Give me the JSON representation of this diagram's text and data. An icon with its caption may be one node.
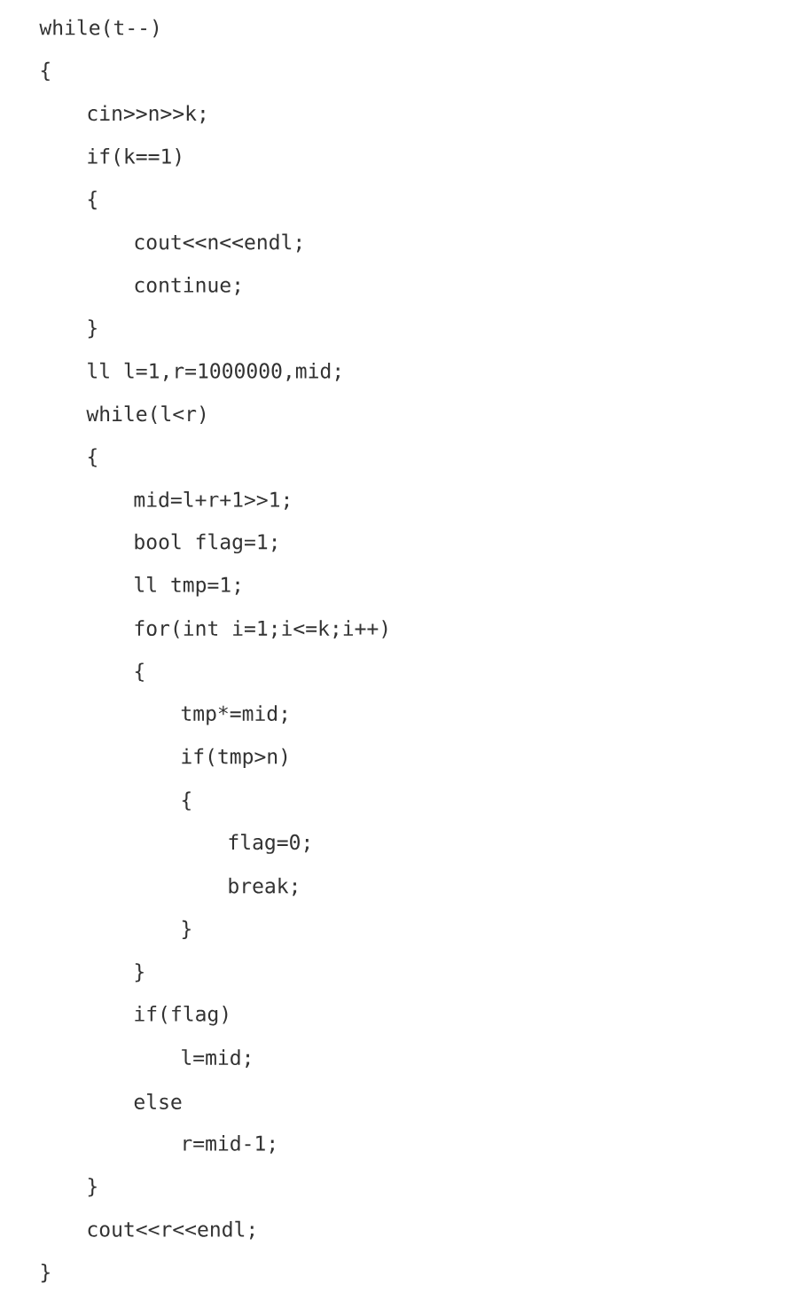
{
  "diagram": {
    "labels": [
      "while(t--)",
      "{",
      "cin>>n>>k;",
      "if(k==1)",
      "{",
      "cout<<n<<endl;",
      "continue;",
      "}",
      "ll l=1,r=1000000,mid;",
      "while(l<r)",
      "{",
      "mid=l+r+1>>1;",
      "bool flag=1;",
      "ll tmp=1;",
      "for(int i=1;i<=k;i++)",
      "{",
      "tmp*=mid;",
      "if(tmp>n)",
      "{",
      "flag=0;",
      "break;",
      "}",
      "}",
      "if(flag)",
      "l=mid;",
      "else",
      "r=mid-1;",
      "}",
      "cout<<r<<endl;",
      "}"
    ]
  }
}
